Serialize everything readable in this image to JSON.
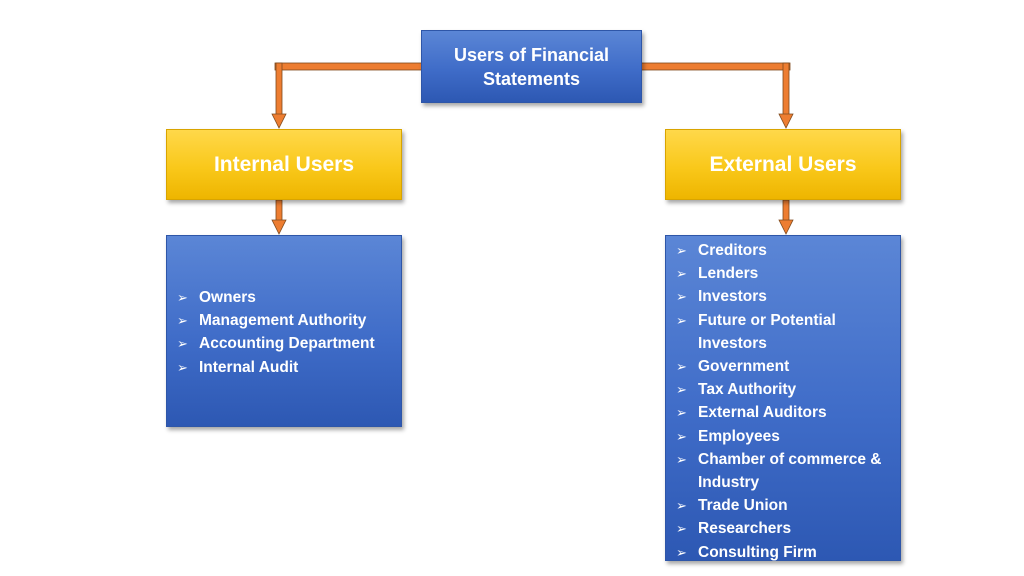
{
  "root": {
    "title": "Users of Financial Statements"
  },
  "internal": {
    "title": "Internal Users",
    "items": [
      "Owners",
      "Management Authority",
      "Accounting Department",
      "Internal Audit"
    ]
  },
  "external": {
    "title": "External Users",
    "items": [
      "Creditors",
      "Lenders",
      "Investors",
      "Future or Potential Investors",
      "Government",
      "Tax Authority",
      "External Auditors",
      "Employees",
      "Chamber of commerce & Industry",
      "Trade Union",
      "Researchers",
      "Consulting Firm"
    ]
  },
  "colors": {
    "box_blue": "#4472c4",
    "box_gold": "#ffc000",
    "connector": "#ed7d31",
    "connector_stroke": "#7f4a1d"
  }
}
